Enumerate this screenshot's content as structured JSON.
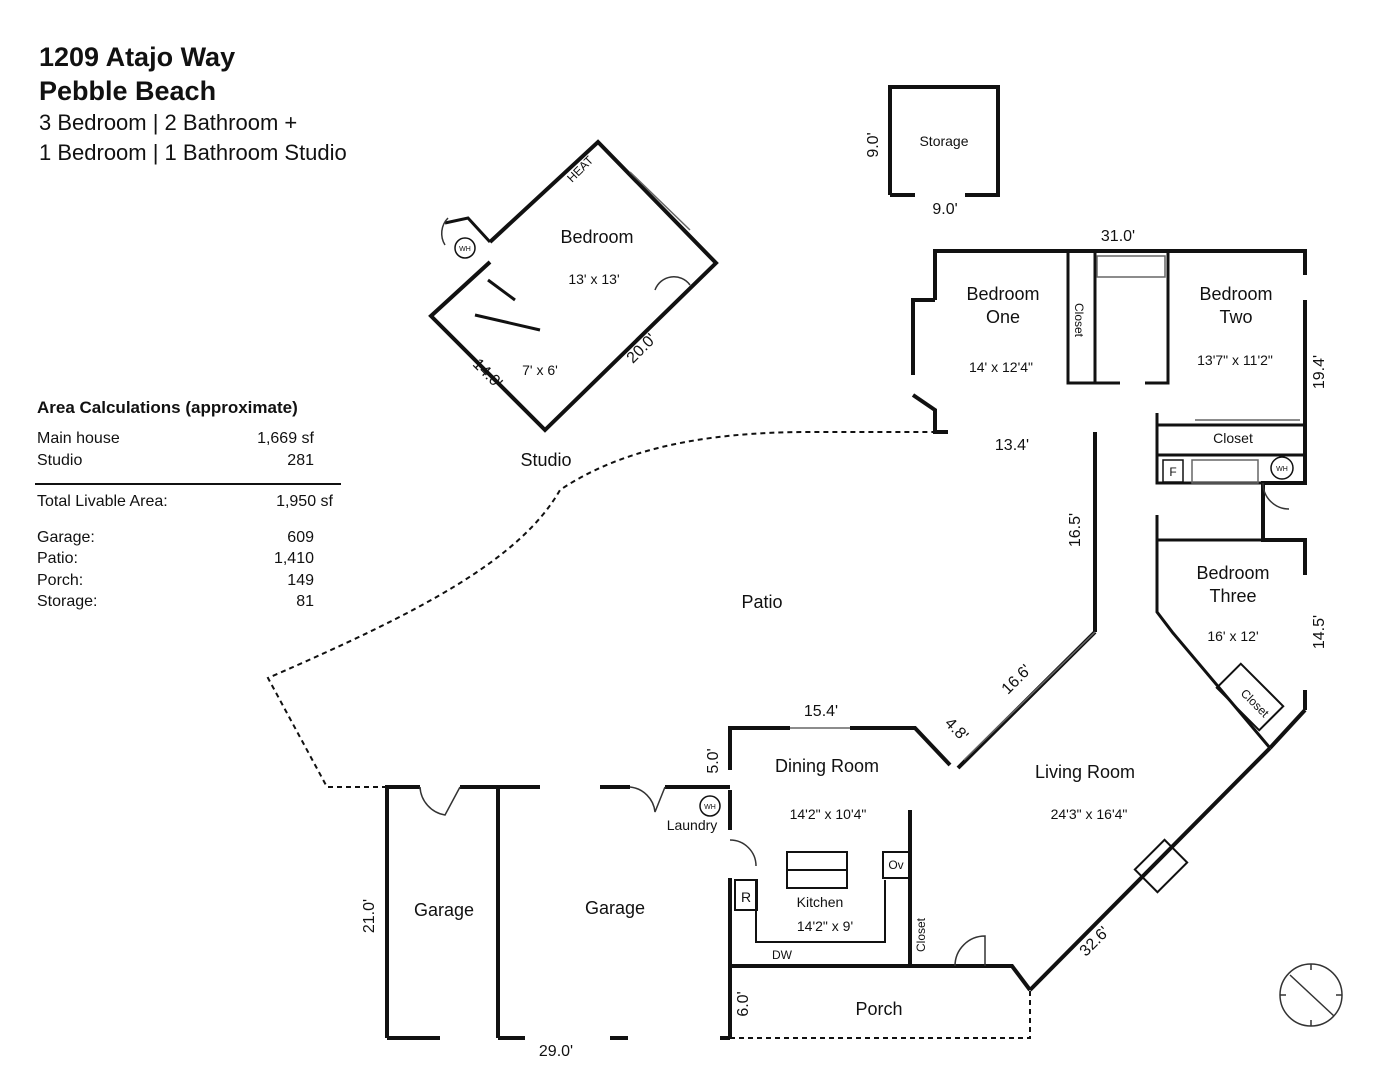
{
  "header": {
    "address_line1": "1209 Atajo Way",
    "address_line2": "Pebble Beach",
    "summary_line1": "3 Bedroom | 2 Bathroom +",
    "summary_line2": "1 Bedroom | 1 Bathroom Studio"
  },
  "area_calculations": {
    "title": "Area Calculations (approximate)",
    "main_house": {
      "label": "Main house",
      "value": "1,669 sf"
    },
    "studio": {
      "label": "Studio",
      "value": "281"
    },
    "total": {
      "label": "Total Livable Area:",
      "value": "1,950 sf"
    },
    "garage": {
      "label": "Garage:",
      "value": "609"
    },
    "patio": {
      "label": "Patio:",
      "value": "1,410"
    },
    "porch": {
      "label": "Porch:",
      "value": "149"
    },
    "storage": {
      "label": "Storage:",
      "value": "81"
    }
  },
  "rooms": {
    "storage": {
      "name": "Storage"
    },
    "studio_bedroom": {
      "name": "Bedroom",
      "size": "13' x 13'"
    },
    "studio_bath": {
      "size": "7' x 6'"
    },
    "studio_label": "Studio",
    "bedroom_one": {
      "name1": "Bedroom",
      "name2": "One",
      "size": "14' x 12'4\""
    },
    "bedroom_two": {
      "name1": "Bedroom",
      "name2": "Two",
      "size": "13'7\" x 11'2\""
    },
    "bedroom_three": {
      "name1": "Bedroom",
      "name2": "Three",
      "size": "16' x 12'"
    },
    "patio": "Patio",
    "dining_room": {
      "name": "Dining Room",
      "size": "14'2\" x 10'4\""
    },
    "living_room": {
      "name": "Living Room",
      "size": "24'3\" x 16'4\""
    },
    "kitchen": {
      "name": "Kitchen",
      "size": "14'2\" x 9'"
    },
    "garage_left": "Garage",
    "garage_right": "Garage",
    "porch": "Porch",
    "laundry": "Laundry",
    "closet_b1": "Closet",
    "closet_b2": "Closet",
    "closet_b3": "Closet",
    "closet_entry": "Closet"
  },
  "fixtures": {
    "heat": "HEAT",
    "water_heater": "WH",
    "fridge": "R",
    "oven": "Ov",
    "dishwasher": "DW",
    "furnace": "F"
  },
  "dimensions": {
    "storage_h": "9.0'",
    "storage_w": "9.0'",
    "studio_long": "20.0'",
    "studio_short": "14.0'",
    "top_width": "31.0'",
    "bed_two_side": "19.4'",
    "bed_one_bottom": "13.4'",
    "hall_side": "16.5'",
    "bed_three_side": "14.5'",
    "diag_wall": "16.6'",
    "dining_top": "15.4'",
    "dining_bevel": "4.8'",
    "dining_side": "5.0'",
    "garage_side": "21.0'",
    "garage_bottom": "29.0'",
    "porch_side": "6.0'",
    "living_diag": "32.6'"
  }
}
